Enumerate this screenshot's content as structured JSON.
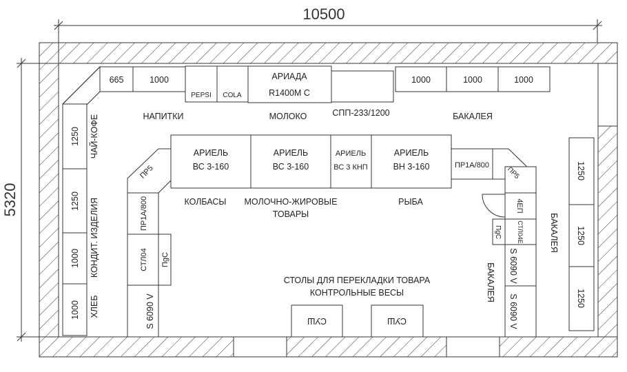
{
  "dimensions": {
    "width": "10500",
    "height": "5320"
  },
  "top_wall": {
    "shelf_665": "665",
    "shelf_1000_left": "1000",
    "pepsi": "PEPSI",
    "cola": "COLA",
    "ariada_line1": "АРИАДА",
    "ariada_line2": "R1400M C",
    "right_shelves": [
      "1000",
      "1000",
      "1000"
    ]
  },
  "left_wall": {
    "shelves": [
      "1250",
      "1250",
      "1000",
      "1000"
    ]
  },
  "right_wall": {
    "shelves": [
      "1250",
      "1250",
      "1250"
    ]
  },
  "labels": {
    "drinks": "НАПИТКИ",
    "milk": "МОЛОКО",
    "spp": "СПП-233/1200",
    "grocery_top": "БАКАЛЕЯ",
    "tea_coffee": "ЧАЙ-КОФЕ",
    "confectionery": "КОНДИТ. ИЗДЕЛИЯ",
    "bread": "ХЛЕБ",
    "sausages": "КОЛБАСЫ",
    "dairy_fat_1": "МОЛОЧНО-ЖИРОВЫЕ",
    "dairy_fat_2": "ТОВАРЫ",
    "fish": "РЫБА",
    "tables_1": "СТОЛЫ ДЛЯ ПЕРЕКЛАДКИ ТОВАРА",
    "tables_2": "КОНТРОЛЬНЫЕ ВЕСЫ",
    "grocery_right": "БАКАЛЕЯ",
    "grocery_inner": "БАКАЛЕЯ"
  },
  "island": {
    "cases": [
      {
        "line1": "АРИЕЛЬ",
        "line2": "ВС 3-160"
      },
      {
        "line1": "АРИЕЛЬ",
        "line2": "ВС 3-160"
      },
      {
        "line1": "АРИЕЛЬ",
        "line2": "ВС 3 КНП"
      },
      {
        "line1": "АРИЕЛЬ",
        "line2": "ВН 3-160"
      }
    ],
    "left_corner": "ПР5",
    "right_corner": "ПР5",
    "right_pr": "ПР1А/800"
  },
  "left_counter": {
    "pr": "ПР1А/800",
    "stl": "СТЛ04",
    "pgs": "ПgС",
    "scale": "S 6090 V"
  },
  "right_counter": {
    "ep": "4ЕП",
    "stl": "СТЛ04Е",
    "pgs": "ПgС",
    "scale1": "S 6090 V",
    "scale2": "S 6090 V"
  },
  "bottom": {
    "sush1": "СУШ",
    "sush2": "СУШ"
  }
}
